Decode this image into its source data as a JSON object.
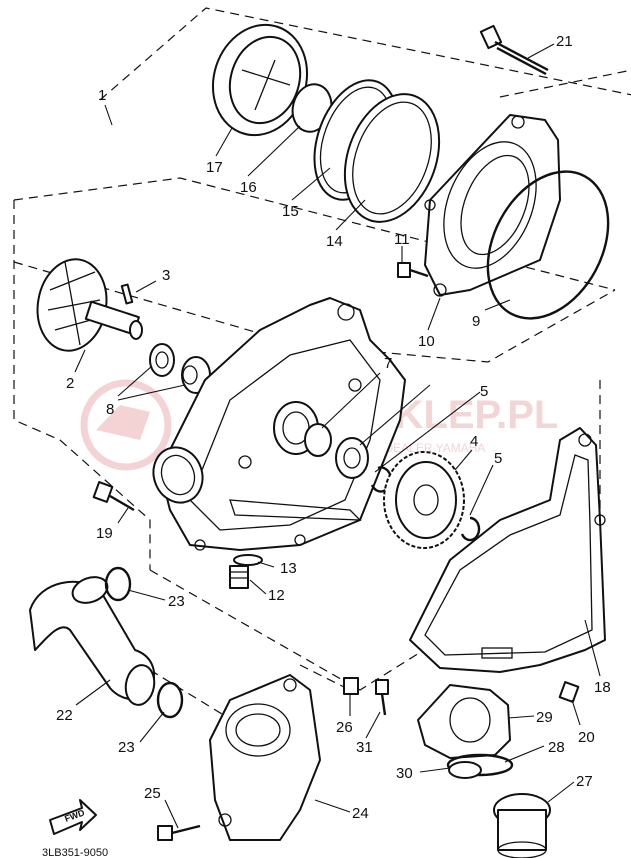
{
  "diagram": {
    "drawing_code": "3LB351-9050",
    "fwd_label": "FWD",
    "watermark": {
      "logo": "motorcycle-logo",
      "title": "YAMAHASKLEP.PL",
      "subtitle": "WWW.YAMAHASKLEP.PL DEALER YAMAHA"
    },
    "callouts": [
      "1",
      "2",
      "3",
      "4",
      "5",
      "5",
      "7",
      "8",
      "9",
      "10",
      "11",
      "12",
      "13",
      "14",
      "15",
      "16",
      "17",
      "18",
      "19",
      "20",
      "21",
      "22",
      "23",
      "23",
      "24",
      "25",
      "26",
      "27",
      "28",
      "29",
      "30",
      "31"
    ]
  }
}
